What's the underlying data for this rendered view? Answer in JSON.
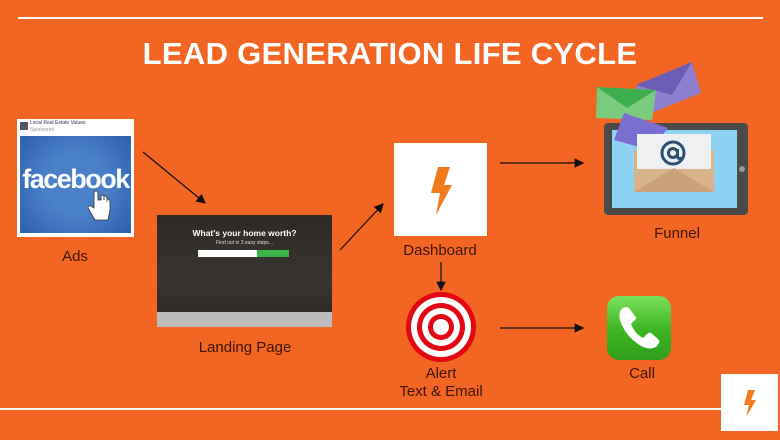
{
  "title": "LEAD GENERATION LIFE CYCLE",
  "nodes": {
    "ads": {
      "label": "Ads",
      "card_header": "Local Real Estate Values",
      "card_sub": "Sponsored",
      "brand": "facebook"
    },
    "landing": {
      "label": "Landing Page",
      "headline": "What's your home worth?",
      "subline": "Find out in 3 easy steps..."
    },
    "dashboard": {
      "label": "Dashboard"
    },
    "funnel": {
      "label": "Funnel"
    },
    "alert": {
      "label_line1": "Alert",
      "label_line2": "Text & Email"
    },
    "call": {
      "label": "Call"
    }
  },
  "colors": {
    "background": "#F26522",
    "accent": "#F26522",
    "facebook": "#3b6cc0"
  }
}
